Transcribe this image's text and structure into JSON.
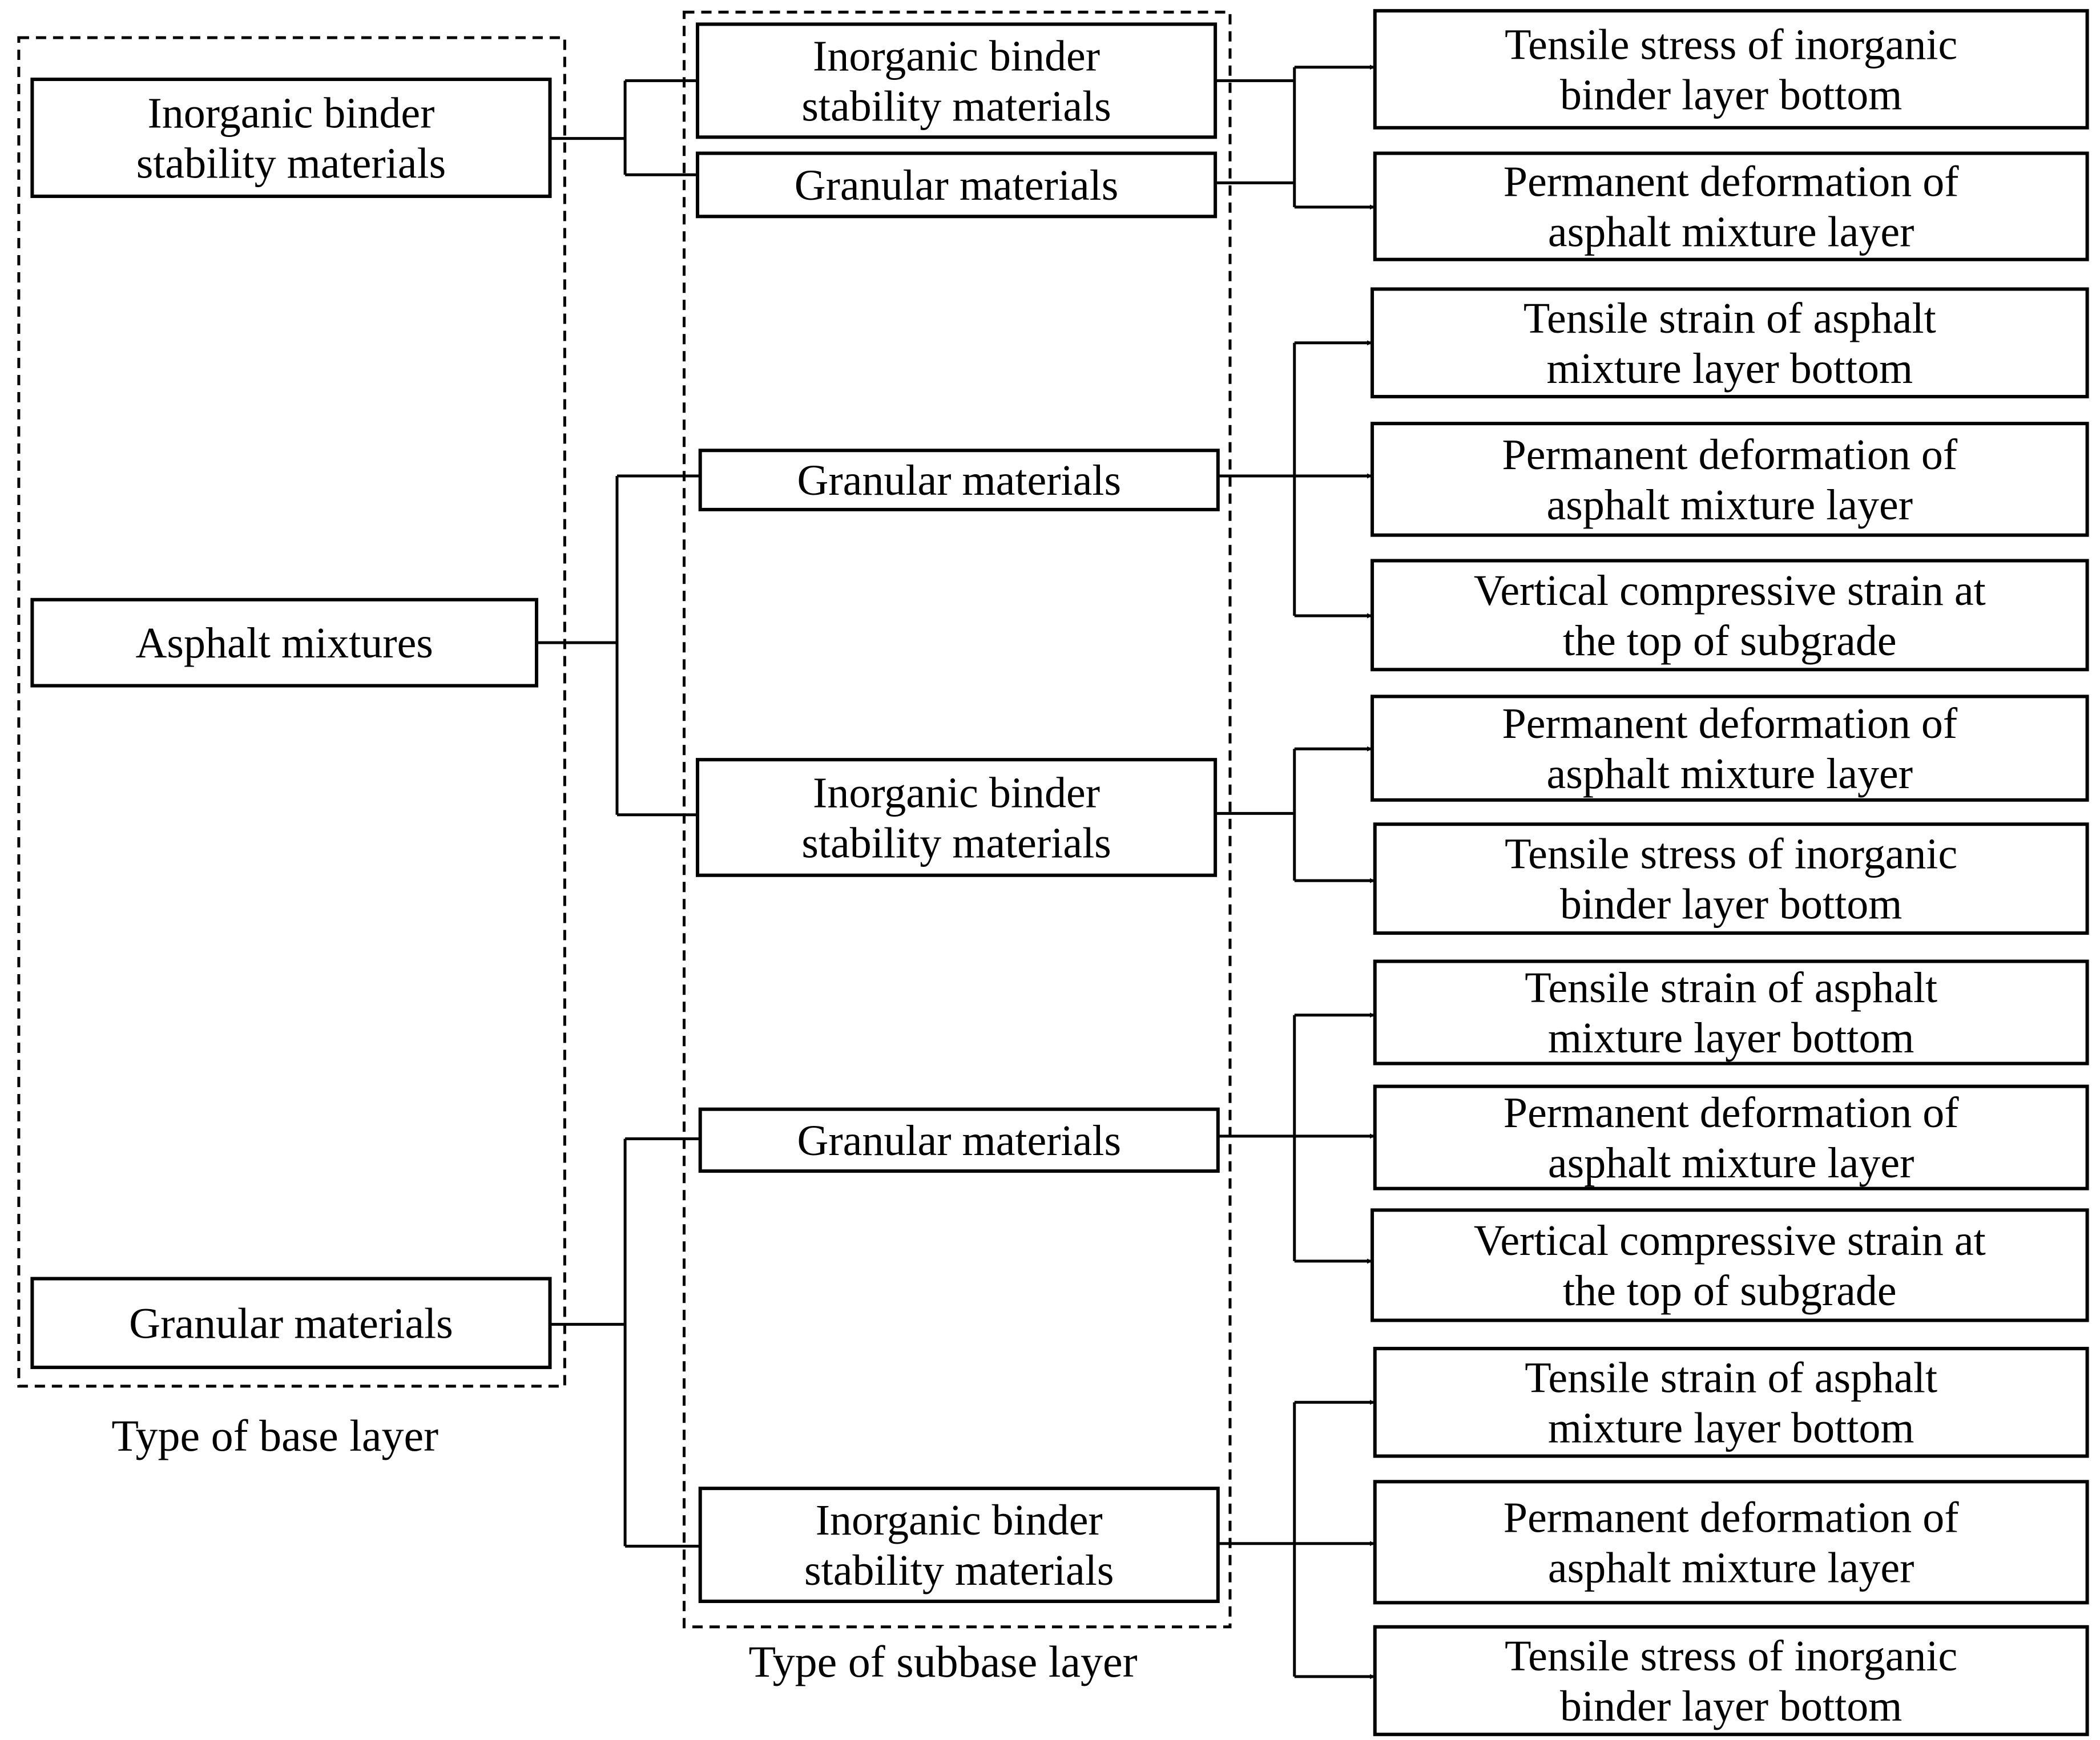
{
  "captions": {
    "base": "Type of base layer",
    "subbase": "Type of subbase layer"
  },
  "base": [
    {
      "lines": [
        "Inorganic binder",
        "stability materials"
      ]
    },
    {
      "lines": [
        "Asphalt mixtures"
      ]
    },
    {
      "lines": [
        "Granular materials"
      ]
    }
  ],
  "subbase": [
    {
      "lines": [
        "Inorganic binder",
        "stability materials"
      ]
    },
    {
      "lines": [
        "Granular materials"
      ]
    },
    {
      "lines": [
        "Granular materials"
      ]
    },
    {
      "lines": [
        "Inorganic binder",
        "stability materials"
      ]
    },
    {
      "lines": [
        "Granular materials"
      ]
    },
    {
      "lines": [
        "Inorganic binder",
        "stability materials"
      ]
    }
  ],
  "indicators": [
    {
      "lines": [
        "Tensile stress of inorganic",
        "binder layer bottom"
      ]
    },
    {
      "lines": [
        "Permanent deformation of",
        "asphalt mixture layer"
      ]
    },
    {
      "lines": [
        "Tensile strain of asphalt",
        "mixture layer bottom"
      ]
    },
    {
      "lines": [
        "Permanent deformation of",
        "asphalt mixture layer"
      ]
    },
    {
      "lines": [
        "Vertical compressive strain at",
        "the top of subgrade"
      ]
    },
    {
      "lines": [
        "Permanent deformation of",
        "asphalt mixture layer"
      ]
    },
    {
      "lines": [
        "Tensile stress of inorganic",
        "binder layer bottom"
      ]
    },
    {
      "lines": [
        "Tensile strain of asphalt",
        "mixture layer bottom"
      ]
    },
    {
      "lines": [
        "Permanent deformation of",
        "asphalt mixture layer"
      ]
    },
    {
      "lines": [
        "Vertical compressive strain at",
        "the top of subgrade"
      ]
    },
    {
      "lines": [
        "Tensile strain of asphalt",
        "mixture layer bottom"
      ]
    },
    {
      "lines": [
        "Permanent deformation of",
        "asphalt mixture layer"
      ]
    },
    {
      "lines": [
        "Tensile stress of inorganic",
        "binder layer bottom"
      ]
    }
  ]
}
